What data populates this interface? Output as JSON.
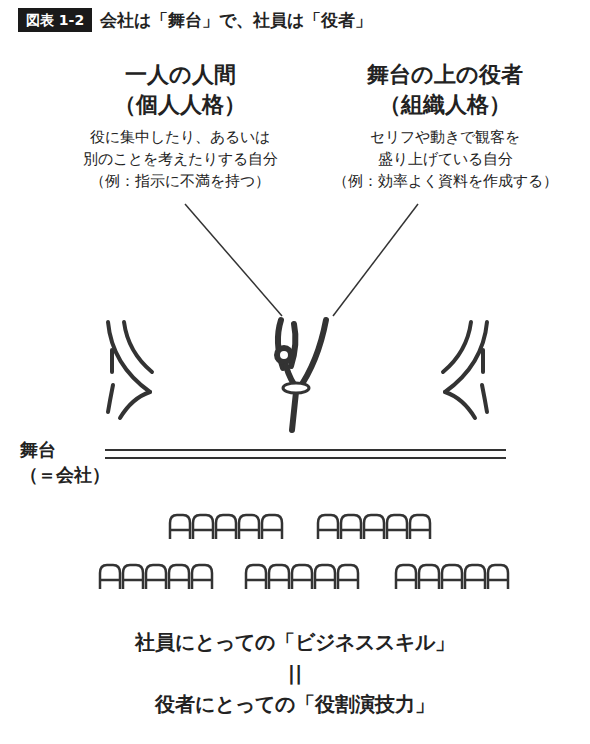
{
  "diagram": {
    "title": "会社は「舞台」で、社員は「役者」",
    "nodes": [
      {
        "text": [
          "図表 1-2"
        ]
      }
    ],
    "labels": [
      "一人の人間 （個人人格）",
      "役に集中したり、あるいは 別のことを考えたりする自分 （例：指示に不満を持つ）",
      "舞台の上の役者 （組織人格）",
      "セリフや動きで観客を 盛り上げている自分 （例：効率よく資料を作成する）",
      "舞台 （＝会社）",
      "社員にとっての「ビジネススキル」",
      "||",
      "役者にとっての「役割演技力」"
    ]
  }
}
